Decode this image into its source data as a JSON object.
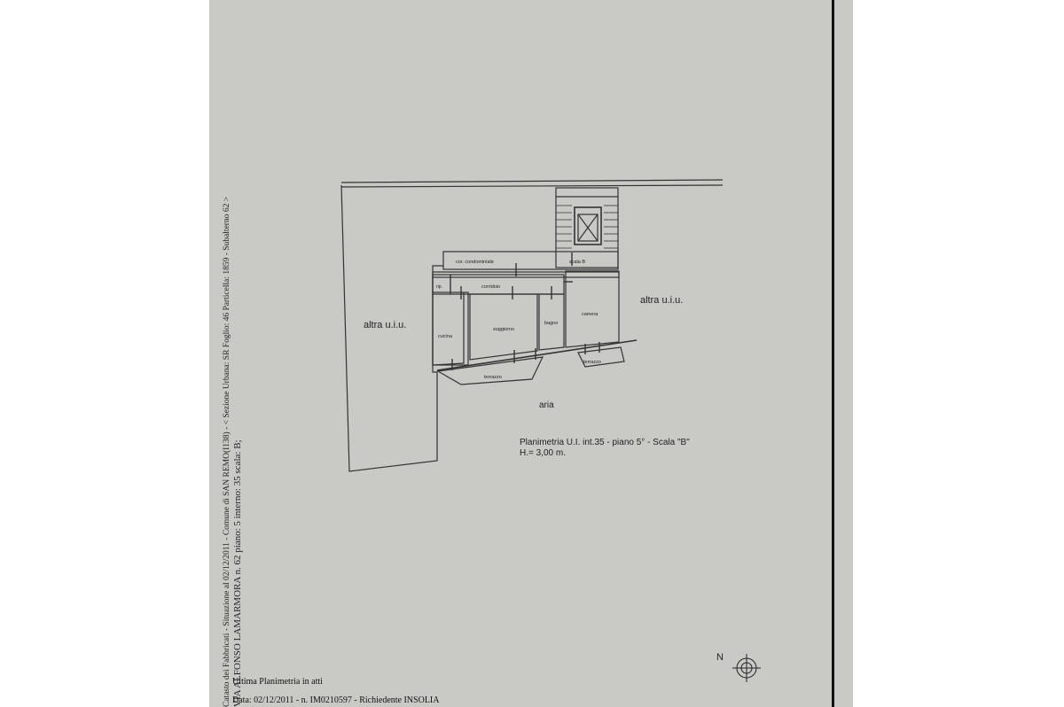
{
  "document": {
    "header_lines": [
      "Catasto dei Fabbricati - Situazione al 02/12/2011 - Comune di SAN REMO(I138) - < Sezione Urbana: SR Foglio: 46 Particella: 1859 - Subalterno 62 >",
      "VIA ALFONSO LAMARMORA n. 62 piano: 5 interno: 35 scala: B;"
    ],
    "footer": {
      "last_plan": "Ultima Planimetria in atti",
      "data_line": "Data: 02/12/2011 - n. IM0210597 - Richiedente INSOLIA"
    }
  },
  "plan": {
    "labels": {
      "other_unit_left": "altra u.i.u.",
      "other_unit_right": "altra u.i.u.",
      "cor_condominiale": "cor. condominiale",
      "scala_b": "scala B",
      "rip": "rip.",
      "corridoio": "corridoio",
      "cucina": "cucina",
      "soggiorno": "soggiorno",
      "bagno": "bagno",
      "camera": "camera",
      "terrazzo_left": "terrazzo",
      "terrazzo_right": "terrazzo",
      "aria": "aria"
    },
    "caption_line1": "Planimetria U.I. int.35 - piano 5° - Scala \"B\"",
    "caption_line2": "H.= 3,00 m.",
    "north_label": "N"
  }
}
